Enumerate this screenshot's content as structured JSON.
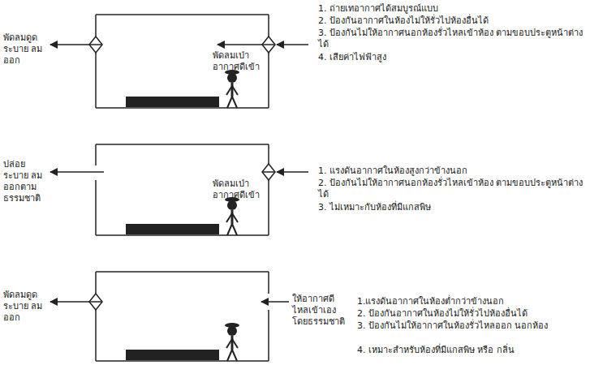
{
  "diagram": {
    "labels": [
      "พัดลมดูด ระบาย ลมออก",
      "พัดลมเป่า อากาศดีเข้า",
      "1. ถ่ายเทอากาศได้สมบูรณ์แบบ",
      "2. ป้องกันอากาศในห้องไม่ให้รั่วไปห้องอื่นได้",
      "3. ป้องกันไม่ให้อากาศนอกห้องรั่วไหลเข้าห้อง ตามขอบประตูหน้าต่างได้",
      "4. เสียค่าไฟฟ้าสูง",
      "ปล่อยระบาย ลมออกตาม ธรรมชาติ",
      "พัดลมเป่า อากาศดีเข้า",
      "1. แรงดันอากาศในห้องสูงกว่าข้างนอก",
      "2. ป้องกันไม่ให้อากาศนอกห้องรั่วไหลเข้าห้อง ตามขอบประตูหน้าต่างได้",
      "3. ไม่เหมาะกับห้องที่มีแกสพิษ",
      "พัดลมดูด ระบาย ลมออก",
      "ให้อากาศดี ไหลเข้าเอง โดยธรรมชาติ",
      "1.แรงดันอากาศในห้องต่ำกว่าข้างนอก",
      "2. ป้องกันอากาศในห้องไม่ให้รั่วไปห้องอื่นได้",
      "3. ป้องกันไม่ให้อากาศในห้องรั่วไหลออก นอกห้อง",
      "4. เหมาะสำหรับห้องที่มีแกสพิษ หรือ กลิ่น"
    ]
  }
}
